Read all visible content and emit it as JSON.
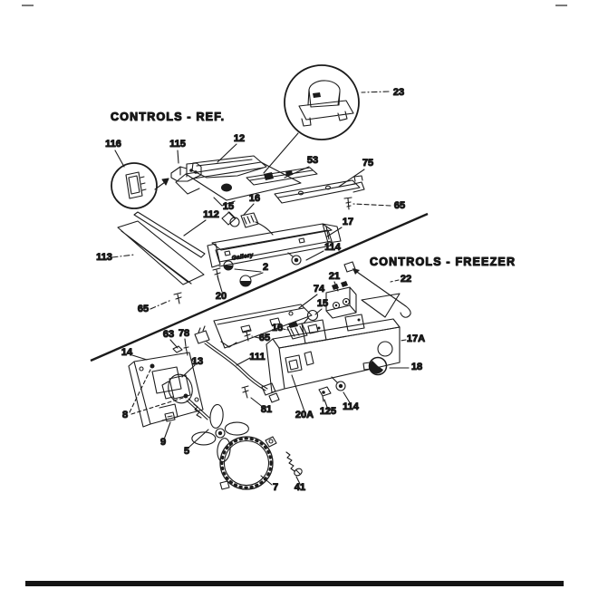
{
  "page": {
    "section_ref_title": "CONTROLS - REF.",
    "section_freezer_title": "CONTROLS - FREEZER",
    "panel_logo": "Gallery",
    "ink_color": "#1b1b1b",
    "background_color": "#ffffff"
  },
  "callouts": {
    "c116": "116",
    "c115": "115",
    "c12": "12",
    "c23": "23",
    "c53": "53",
    "c75": "75",
    "c65a": "65",
    "c112": "112",
    "c113": "113",
    "c15a": "15",
    "c16a": "16",
    "c17": "17",
    "c114a": "114",
    "c2": "2",
    "c20": "20",
    "c65b": "65",
    "c22": "22",
    "c21": "21",
    "c74": "74",
    "c15b": "15",
    "c16b": "16",
    "c65c": "65",
    "c17a": "17A",
    "c18": "18",
    "c14": "14",
    "c63": "63",
    "c78": "78",
    "c13": "13",
    "c111": "111",
    "c8": "8",
    "c9": "9",
    "c5": "5",
    "c81": "81",
    "c20a": "20A",
    "c125": "125",
    "c114b": "114",
    "c7": "7",
    "c41": "41"
  }
}
